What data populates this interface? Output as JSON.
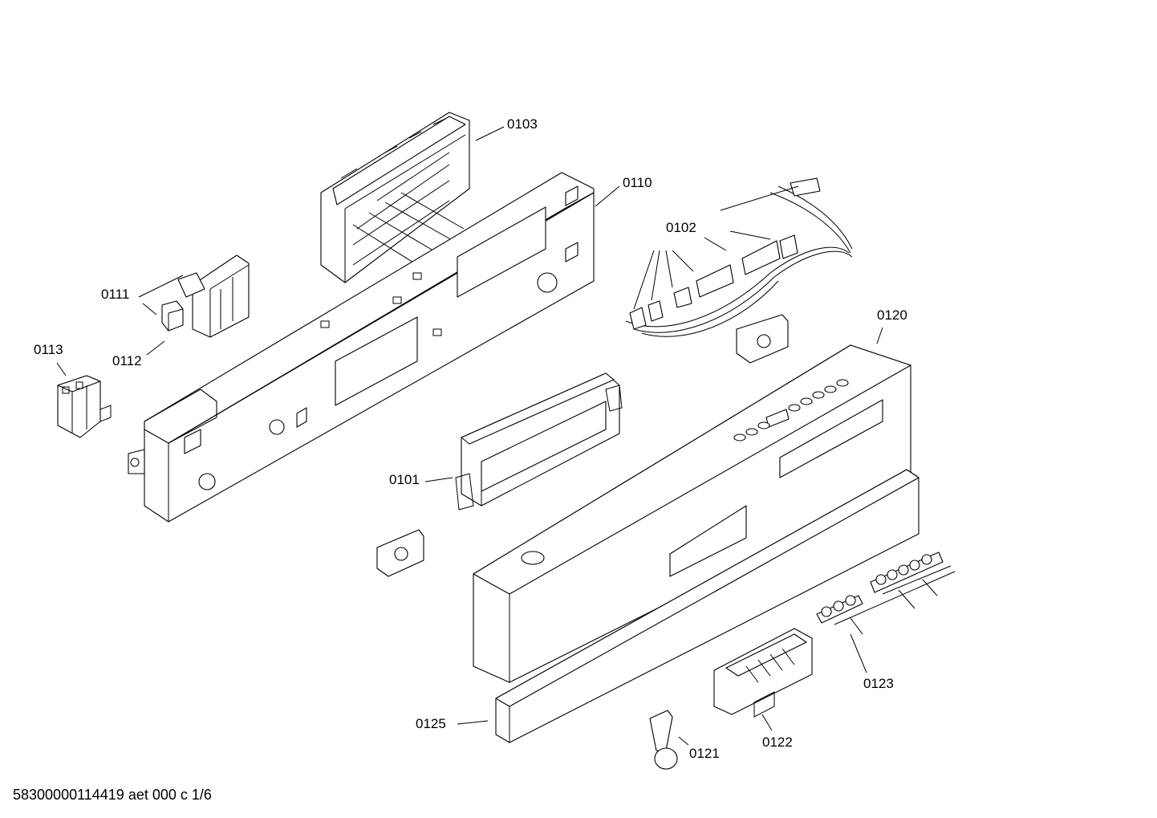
{
  "diagram": {
    "labels": {
      "p0103": "0103",
      "p0110": "0110",
      "p0102": "0102",
      "p0111": "0111",
      "p0112": "0112",
      "p0113": "0113",
      "p0120": "0120",
      "p0101": "0101",
      "p0123": "0123",
      "p0125": "0125",
      "p0121": "0121",
      "p0122": "0122"
    },
    "footer": "58300000114419 aet 000 c 1/6"
  }
}
